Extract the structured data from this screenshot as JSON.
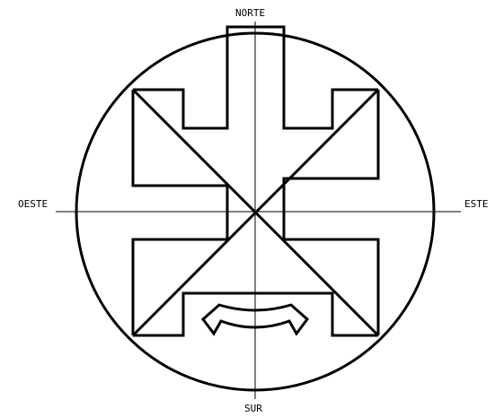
{
  "labels": {
    "north": "NORTE",
    "south": "SUR",
    "west": "OESTE",
    "east": "ESTE"
  },
  "colors": {
    "ink": "#000000",
    "background": "#ffffff"
  }
}
